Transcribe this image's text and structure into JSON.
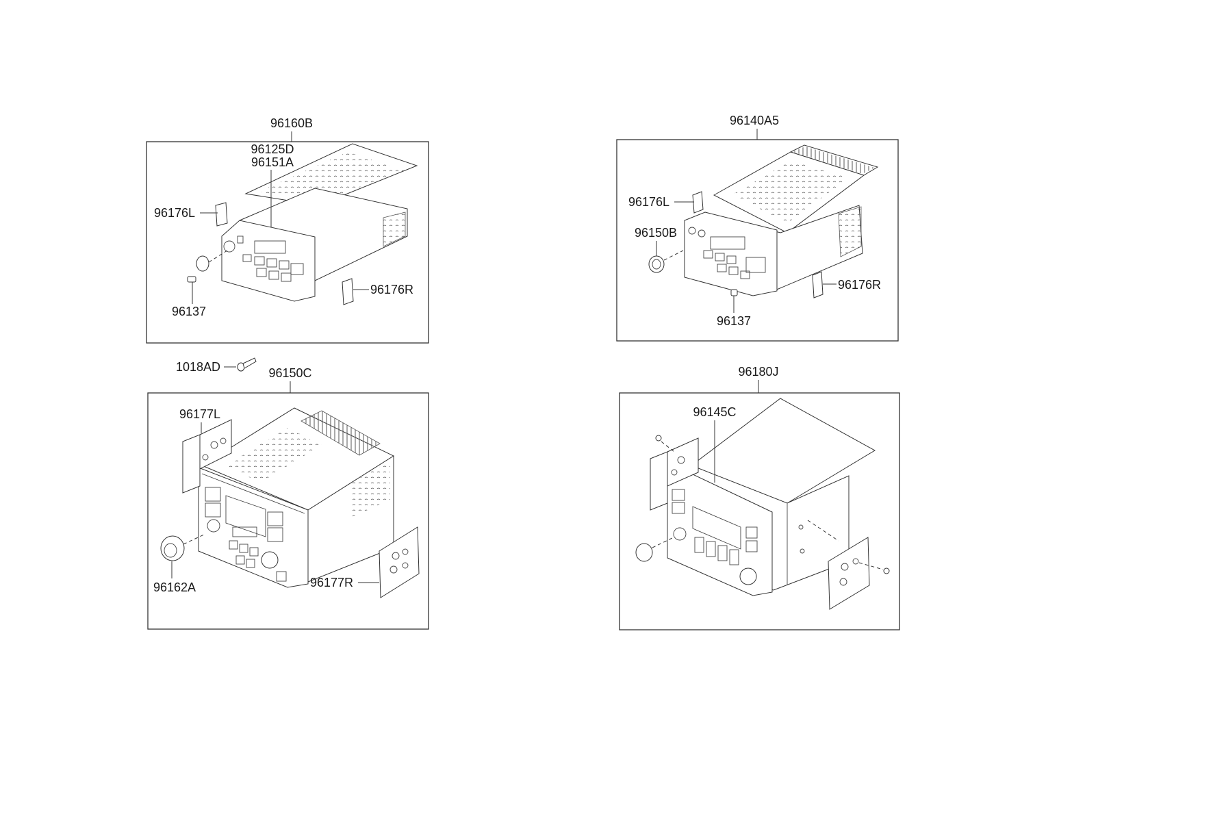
{
  "panels": {
    "top_left": {
      "assembly": "96160B",
      "labels": {
        "p96125d": "96125D",
        "p96151a": "96151A",
        "p96176l": "96176L",
        "p96137": "96137",
        "p96176r": "96176R"
      }
    },
    "top_right": {
      "assembly": "96140A5",
      "labels": {
        "p96176l": "96176L",
        "p96150b": "96150B",
        "p96137": "96137",
        "p96176r": "96176R"
      }
    },
    "bottom_left": {
      "assembly": "96150C",
      "labels": {
        "p1018ad": "1018AD",
        "p96177l": "96177L",
        "p96162a": "96162A",
        "p96177r": "96177R"
      }
    },
    "bottom_right": {
      "assembly": "96180J",
      "labels": {
        "p96145c": "96145C"
      }
    }
  }
}
